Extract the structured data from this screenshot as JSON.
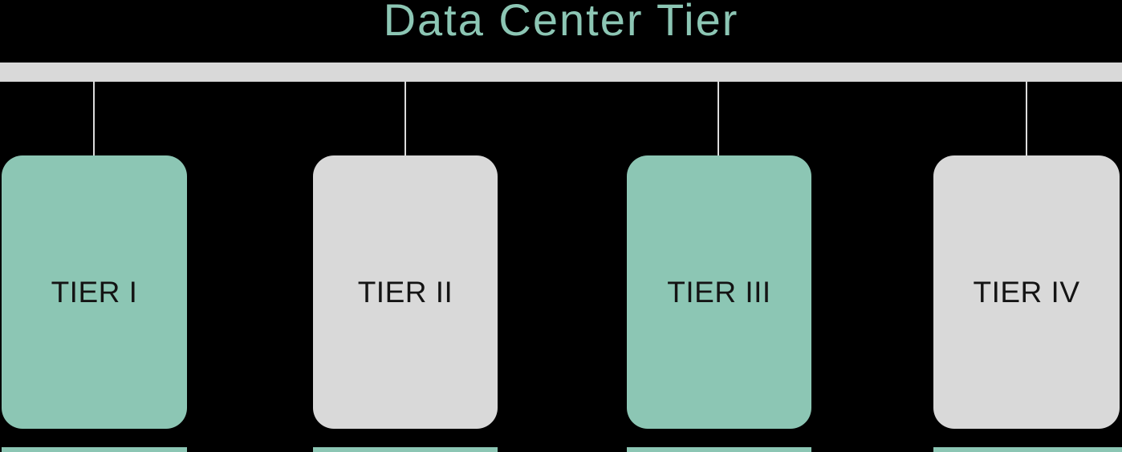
{
  "title": "Data Center Tier",
  "colors": {
    "background": "#000000",
    "accent_teal": "#8CC6B4",
    "neutral_gray": "#D9D9D9",
    "connector": "#DCDCDC",
    "label_text": "#141414"
  },
  "tiers": [
    {
      "label": "TIER I",
      "variant": "teal"
    },
    {
      "label": "TIER II",
      "variant": "gray"
    },
    {
      "label": "TIER III",
      "variant": "teal"
    },
    {
      "label": "TIER IV",
      "variant": "gray"
    }
  ],
  "next_row": {
    "variant": "teal"
  }
}
